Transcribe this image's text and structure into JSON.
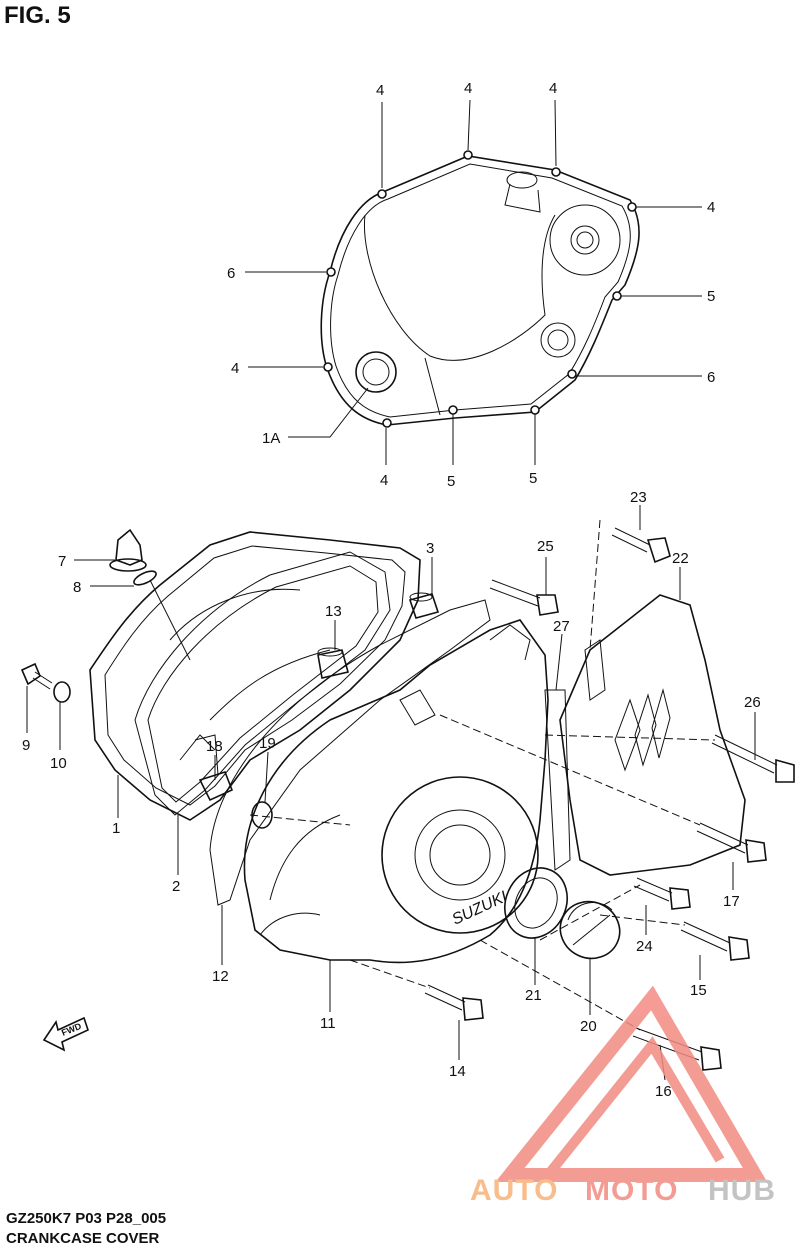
{
  "figure": {
    "title": "FIG. 5",
    "model_code": "GZ250K7 P03 P28_005",
    "name": "CRANKCASE COVER"
  },
  "direction_arrow": {
    "label": "FWD"
  },
  "watermark": {
    "brand_part1": "AUTO",
    "brand_part2": "MOTO",
    "brand_part3": "HUB",
    "color_red": "#f28b82",
    "color_orange": "#f7b27a",
    "color_gray": "#b9b9b9"
  },
  "callouts": [
    {
      "id": "c4a",
      "label": "4"
    },
    {
      "id": "c4b",
      "label": "4"
    },
    {
      "id": "c4c",
      "label": "4"
    },
    {
      "id": "c4d",
      "label": "4"
    },
    {
      "id": "c6a",
      "label": "6"
    },
    {
      "id": "c5a",
      "label": "5"
    },
    {
      "id": "c4e",
      "label": "4"
    },
    {
      "id": "c6b",
      "label": "6"
    },
    {
      "id": "c1A",
      "label": "1A"
    },
    {
      "id": "c4f",
      "label": "4"
    },
    {
      "id": "c5b",
      "label": "5"
    },
    {
      "id": "c5c",
      "label": "5"
    },
    {
      "id": "c23",
      "label": "23"
    },
    {
      "id": "c3",
      "label": "3"
    },
    {
      "id": "c25",
      "label": "25"
    },
    {
      "id": "c22",
      "label": "22"
    },
    {
      "id": "c7",
      "label": "7"
    },
    {
      "id": "c8",
      "label": "8"
    },
    {
      "id": "c13",
      "label": "13"
    },
    {
      "id": "c27",
      "label": "27"
    },
    {
      "id": "c26",
      "label": "26"
    },
    {
      "id": "c9",
      "label": "9"
    },
    {
      "id": "c10",
      "label": "10"
    },
    {
      "id": "c18",
      "label": "18"
    },
    {
      "id": "c19",
      "label": "19"
    },
    {
      "id": "c1",
      "label": "1"
    },
    {
      "id": "c2",
      "label": "2"
    },
    {
      "id": "c17",
      "label": "17"
    },
    {
      "id": "c24",
      "label": "24"
    },
    {
      "id": "c15",
      "label": "15"
    },
    {
      "id": "c12",
      "label": "12"
    },
    {
      "id": "c11",
      "label": "11"
    },
    {
      "id": "c21",
      "label": "21"
    },
    {
      "id": "c20",
      "label": "20"
    },
    {
      "id": "c14",
      "label": "14"
    },
    {
      "id": "c16",
      "label": "16"
    }
  ]
}
